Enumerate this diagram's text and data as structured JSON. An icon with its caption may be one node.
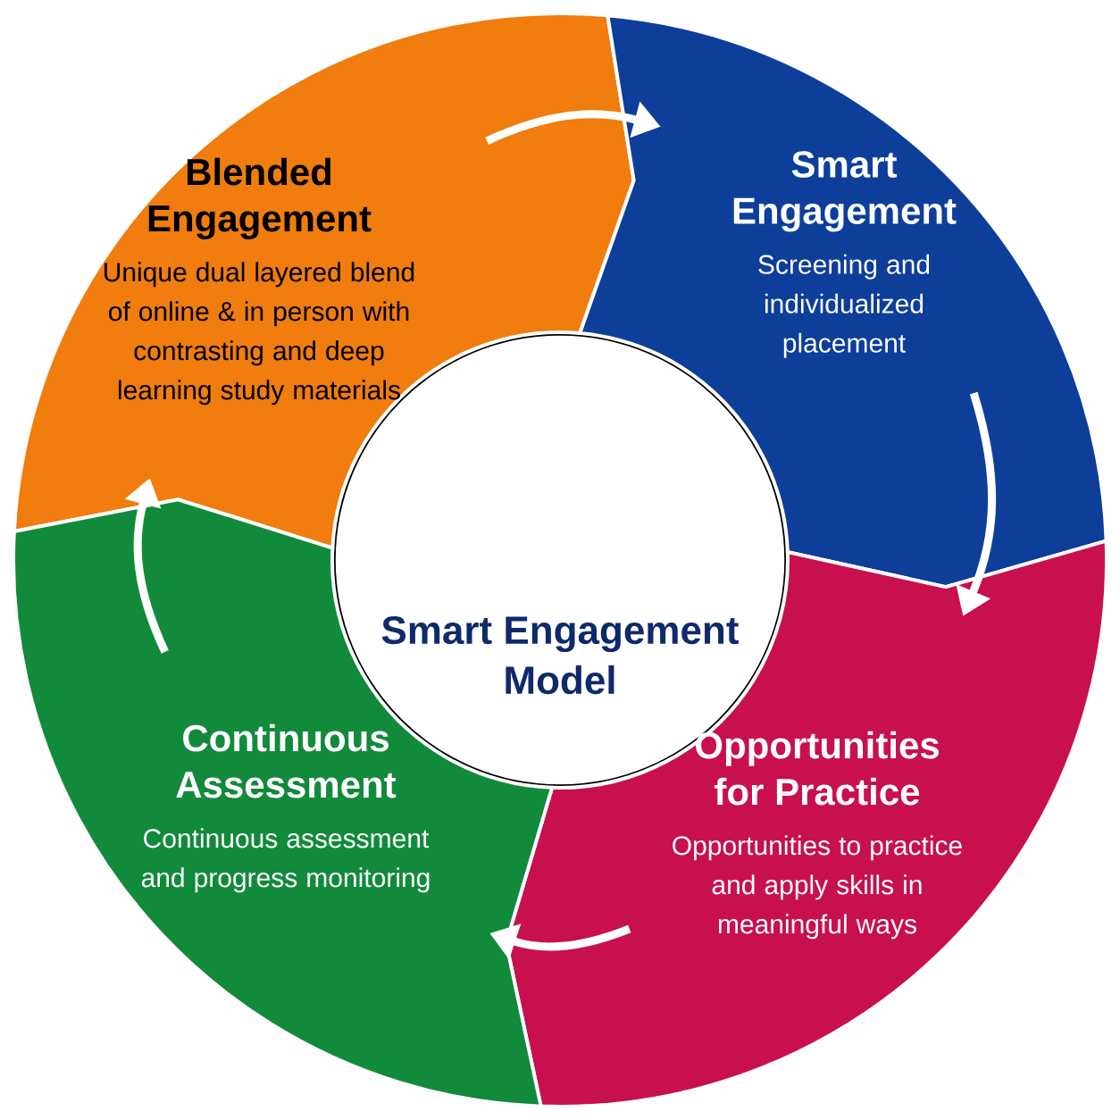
{
  "diagram": {
    "nodes": [
      {
        "text": [
          "Smart Engagement Model"
        ]
      },
      {
        "text": [
          "Blended Engagement",
          "Unique dual layered blend of online & in person with contrasting and deep learning study materials"
        ]
      },
      {
        "text": [
          "Smart Engagement",
          "Screening and individualized placement"
        ]
      },
      {
        "text": [
          "Opportunities for Practice",
          "Opportunities to practice and apply skills in meaningful ways"
        ]
      },
      {
        "text": [
          "Continuous Assessment",
          "Continuous assessment and progress monitoring"
        ]
      }
    ],
    "edges": [
      {
        "from": 1,
        "to": 2,
        "arrow": "to"
      },
      {
        "from": 2,
        "to": 3,
        "arrow": "to"
      },
      {
        "from": 3,
        "to": 4,
        "arrow": "to"
      },
      {
        "from": 4,
        "to": 1,
        "arrow": "to"
      }
    ]
  }
}
